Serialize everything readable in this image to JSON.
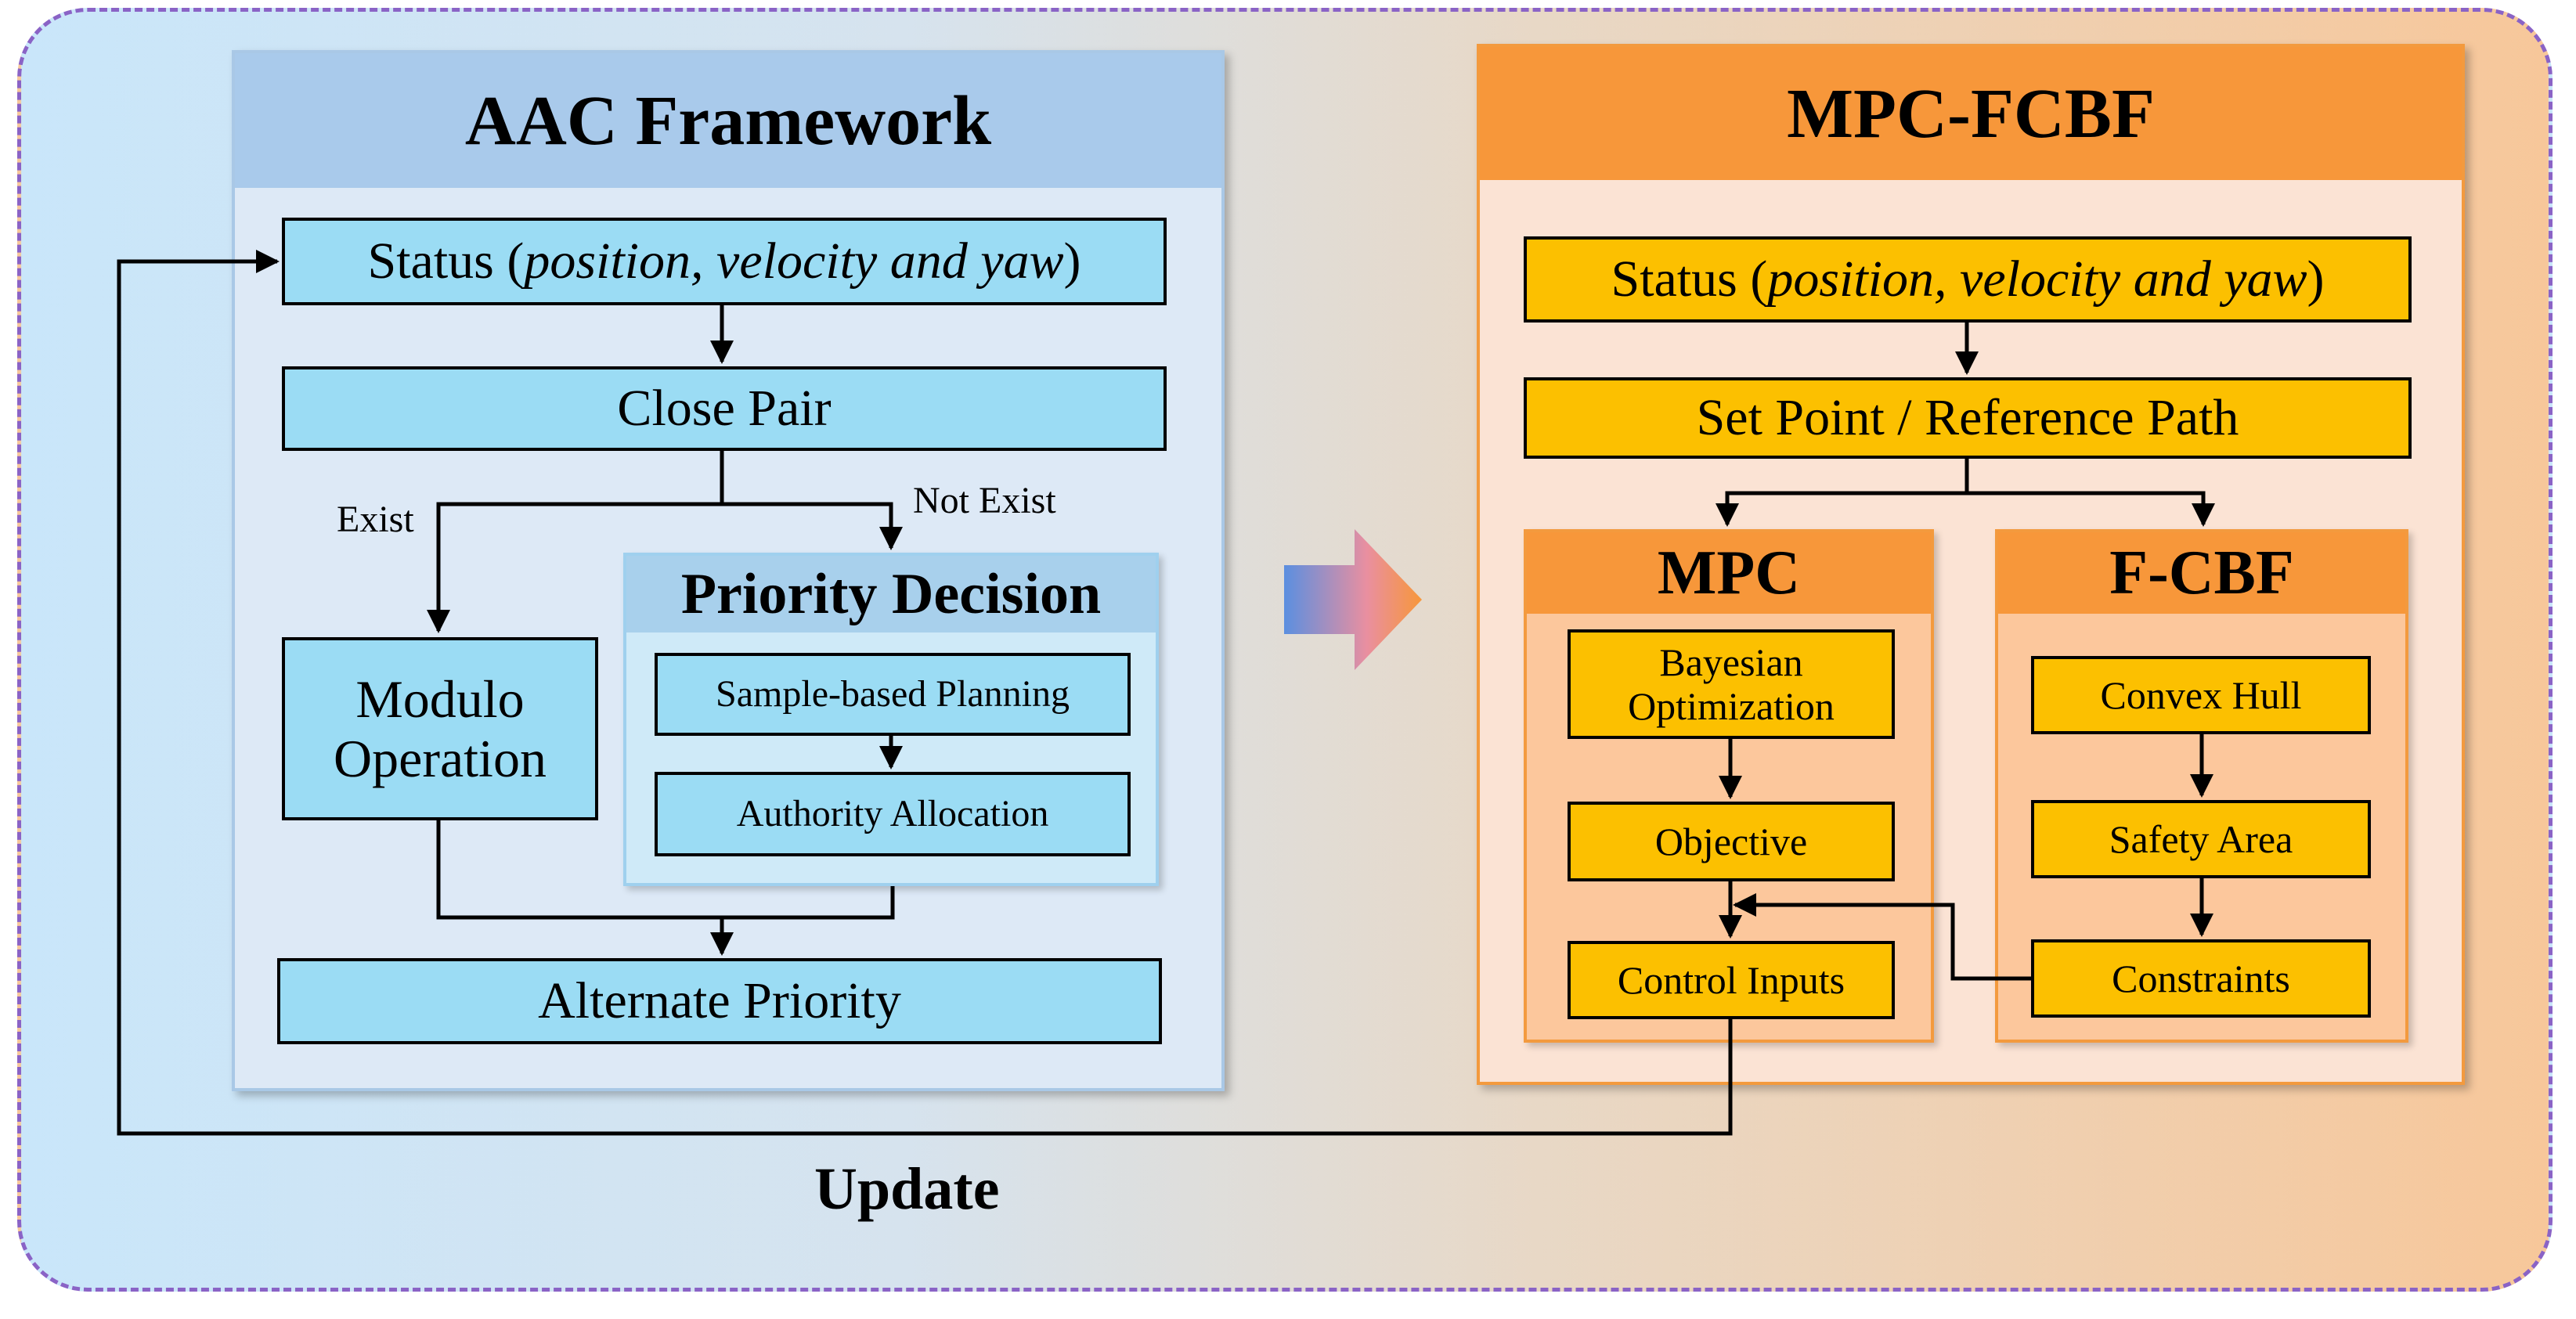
{
  "aac": {
    "title": "AAC Framework",
    "status_label": "Status (",
    "status_italic": "position, velocity and yaw",
    "status_close": ")",
    "close_pair": "Close Pair",
    "exist": "Exist",
    "not_exist": "Not Exist",
    "modulo": "Modulo Operation",
    "priority_decision": {
      "title": "Priority Decision",
      "sample_planning": "Sample-based Planning",
      "authority_allocation": "Authority Allocation"
    },
    "alternate_priority": "Alternate Priority"
  },
  "mpc_fcbf": {
    "title": "MPC-FCBF",
    "status_label": "Status (",
    "status_italic": "position, velocity and yaw",
    "status_close": ")",
    "set_point": "Set Point / Reference Path",
    "mpc": {
      "title": "MPC",
      "bayesian": "Bayesian Optimization",
      "objective": "Objective",
      "control_inputs": "Control Inputs"
    },
    "fcbf": {
      "title": "F-CBF",
      "convex_hull": "Convex Hull",
      "safety_area": "Safety Area",
      "constraints": "Constraints"
    }
  },
  "update_label": "Update",
  "colors": {
    "blue_box": "#9bdcf4",
    "gold_box": "#fcc000",
    "orange_header": "#f7973a",
    "frame_border": "#8a63c6"
  }
}
